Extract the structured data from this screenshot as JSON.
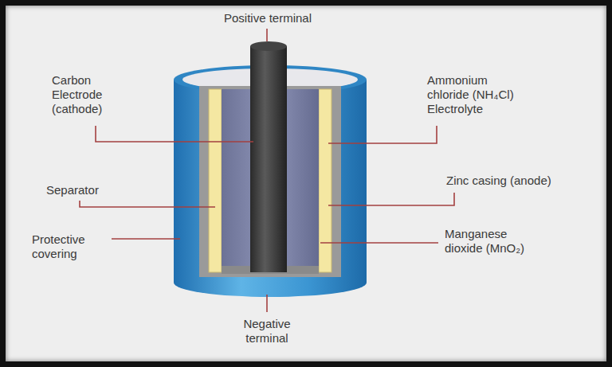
{
  "diagram": {
    "labels": [
      "Positive terminal",
      "Carbon Electrode (cathode)",
      "Ammonium chloride (NH₄Cl) Electrolyte",
      "Separator",
      "Zinc casing (anode)",
      "Protective covering",
      "Manganese dioxide (MnO₂)",
      "Negative terminal"
    ]
  }
}
